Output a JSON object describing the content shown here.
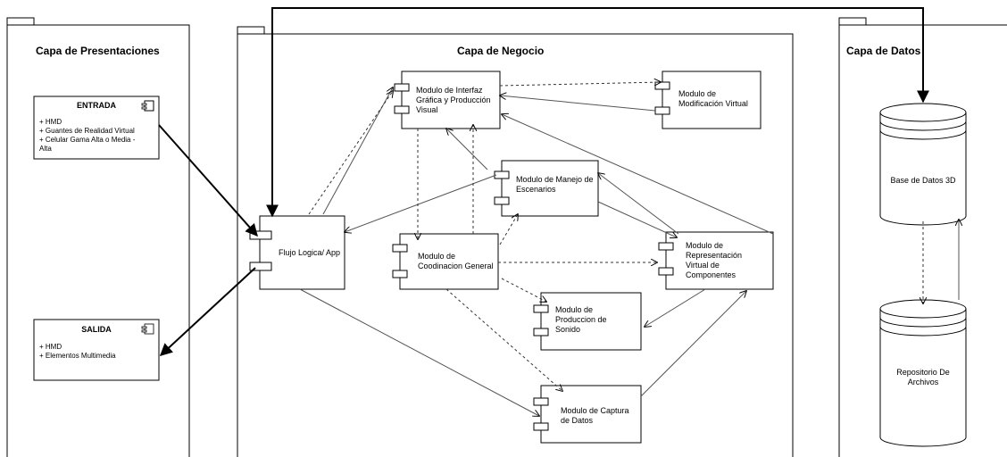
{
  "packages": {
    "presentacion": "Capa de Presentaciones",
    "negocio": "Capa de Negocio",
    "datos": "Capa de Datos"
  },
  "components": {
    "entrada": {
      "title": "ENTRADA",
      "items": [
        "+ HMD",
        "+ Guantes de Realidad Virtual",
        "+ Celular Gama Alta o Media -",
        "Alta"
      ]
    },
    "salida": {
      "title": "SALIDA",
      "items": [
        "+ HMD",
        "+ Elementos Multimedia"
      ]
    }
  },
  "modules": {
    "interfaz": "Modulo de Interfaz Gráfica y Producción Visual",
    "modificacion": "Modulo de Modificación Virtual",
    "escenarios": "Modulo de Manejo de Escenarios",
    "flujo": "Flujo Logica/ App",
    "coordinacion": "Modulo de Coodinacion General",
    "representacion": "Modulo de Representación Virtual de Componentes",
    "sonido": "Modulo de Produccion de Sonido",
    "captura": "Modulo de Captura de Datos"
  },
  "databases": {
    "db3d": "Base de Datos 3D",
    "repositorio": "Repositorio De Archivos"
  },
  "colors": {
    "line": "#000000",
    "light_line": "#555555",
    "background": "#ffffff"
  }
}
